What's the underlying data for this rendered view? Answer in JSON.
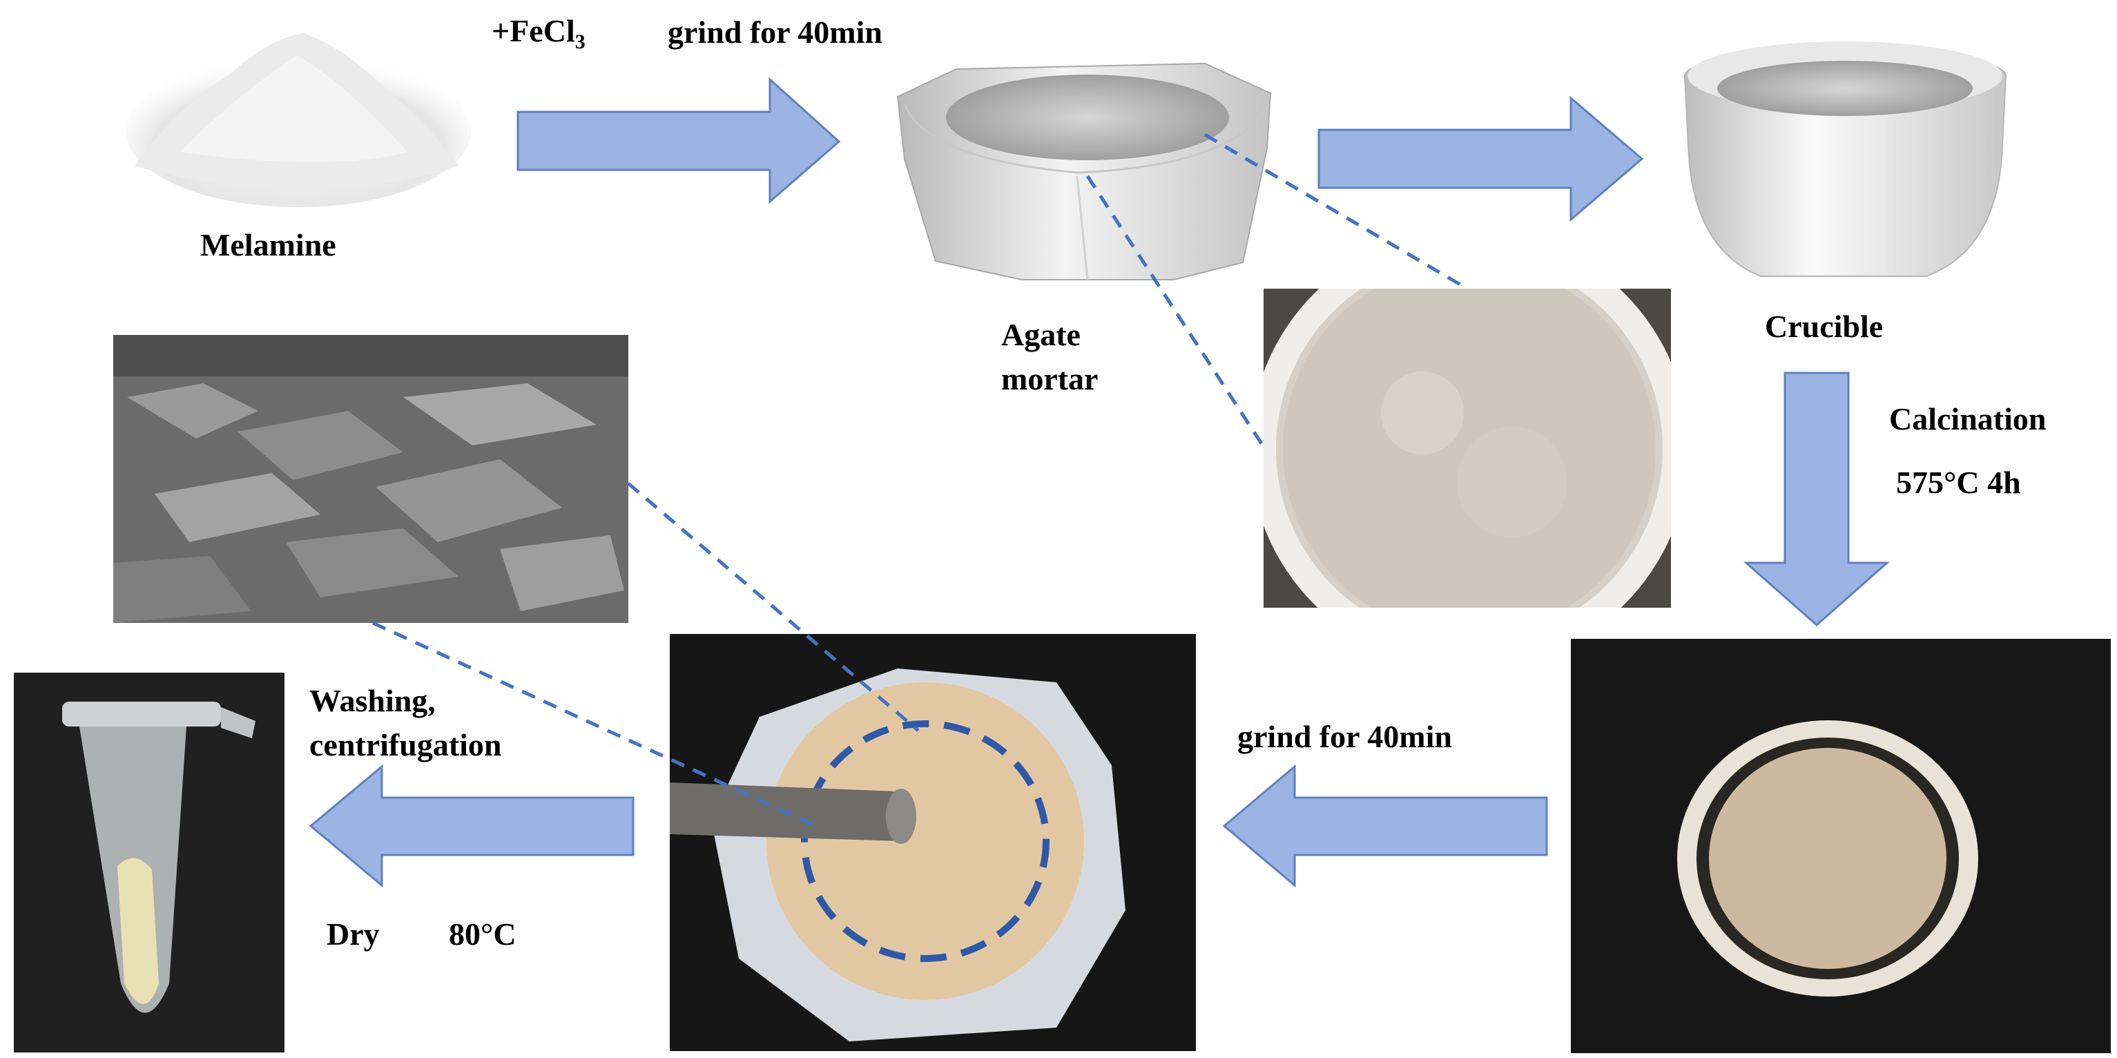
{
  "labels": {
    "step1_reagent": "+FeCl",
    "step1_subscript": "3",
    "step1_action": "grind for 40min",
    "melamine": "Melamine",
    "agate_line1": "Agate",
    "agate_line2": "mortar",
    "crucible": "Crucible",
    "calcination": "Calcination",
    "calcination_cond": "575°C 4h",
    "grind2": "grind for 40min",
    "washing_line1": "Washing,",
    "washing_line2": "centrifugation",
    "dry": "Dry",
    "dry_temp": "80°C"
  },
  "colors": {
    "arrow_fill": "#9bb4e4",
    "arrow_stroke": "#5f7fbf",
    "dashed_line": "#4472c4",
    "photo_dark": "#141414",
    "powder": "#e4cfae"
  },
  "images": {
    "melamine": "melamine powder pile",
    "agate_mortar": "agate mortar",
    "crucible": "white crucible",
    "mixed_powder": "ground powder in mortar",
    "sem": "SEM micrograph",
    "calcined_product": "calcined product in crucible",
    "grinding_photo": "product ground in mortar with pestle",
    "tube": "centrifuge tube with dried powder"
  }
}
